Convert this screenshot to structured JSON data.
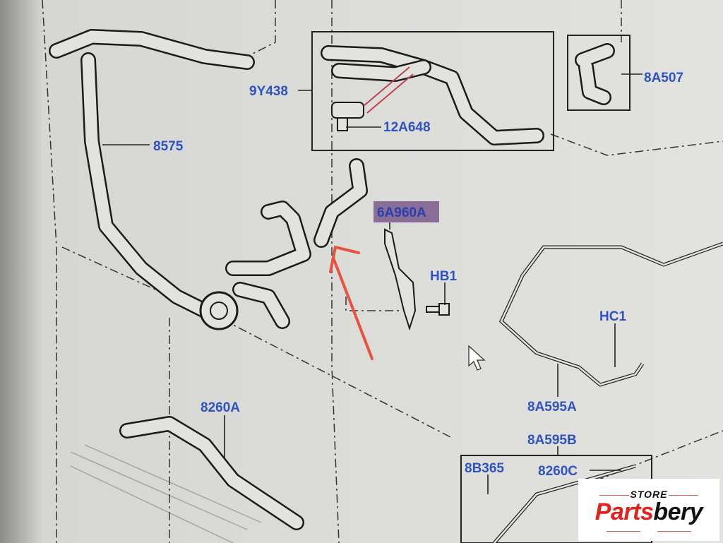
{
  "diagram": {
    "labels": {
      "l8575": "8575",
      "l9Y438": "9Y438",
      "l12A648": "12A648",
      "l8A507": "8A507",
      "l6A960A": "6A960A",
      "lHB1": "HB1",
      "lHC1": "HC1",
      "l8A595A": "8A595A",
      "l8A595B": "8A595B",
      "l8260A": "8260A",
      "l8B365": "8B365",
      "l8260C": "8260C"
    },
    "highlight_color": "#5a2a78",
    "label_color": "#2f52c4",
    "annotation_arrow_color": "#e8523f"
  },
  "watermark": {
    "store": "STORE",
    "brand_part1": "Parts",
    "brand_part2": "bery"
  }
}
